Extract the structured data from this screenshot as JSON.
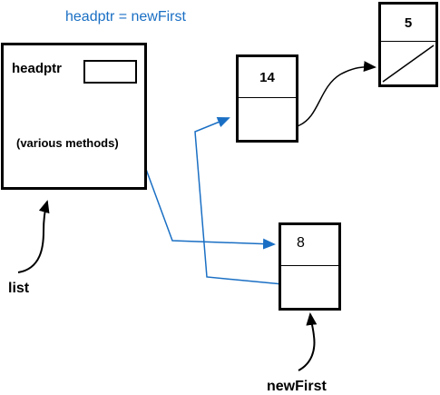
{
  "caption": "headptr = newFirst",
  "list_object": {
    "field_label": "headptr",
    "methods_label": "(various methods)",
    "variable_label": "list"
  },
  "nodes": [
    {
      "value": "14"
    },
    {
      "value": "5"
    },
    {
      "value": "8"
    }
  ],
  "new_first_label": "newFirst",
  "colors": {
    "pointer_blue": "#1a6fc4",
    "outline": "#000000",
    "caption_blue": "#1a6fc4"
  }
}
